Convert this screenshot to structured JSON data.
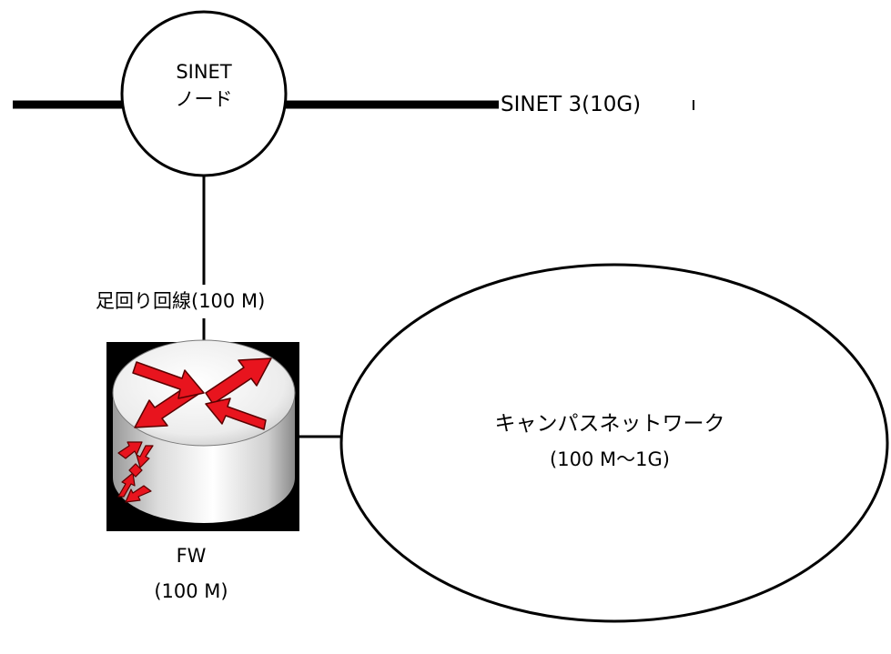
{
  "sinet_node": {
    "line1": "SINET",
    "line2": "ノード"
  },
  "backbone": {
    "label": "SINET 3(10G)"
  },
  "access_line": {
    "label": "足回り回線(100 M)"
  },
  "firewall": {
    "name": "FW",
    "speed": "(100 M)"
  },
  "campus": {
    "name": "キャンパスネットワーク",
    "speed": "(100 M〜1G)"
  },
  "colors": {
    "line": "#000000",
    "router_body": "#e8e8e8",
    "router_arrow": "#e8141e",
    "router_frame": "#000000"
  }
}
